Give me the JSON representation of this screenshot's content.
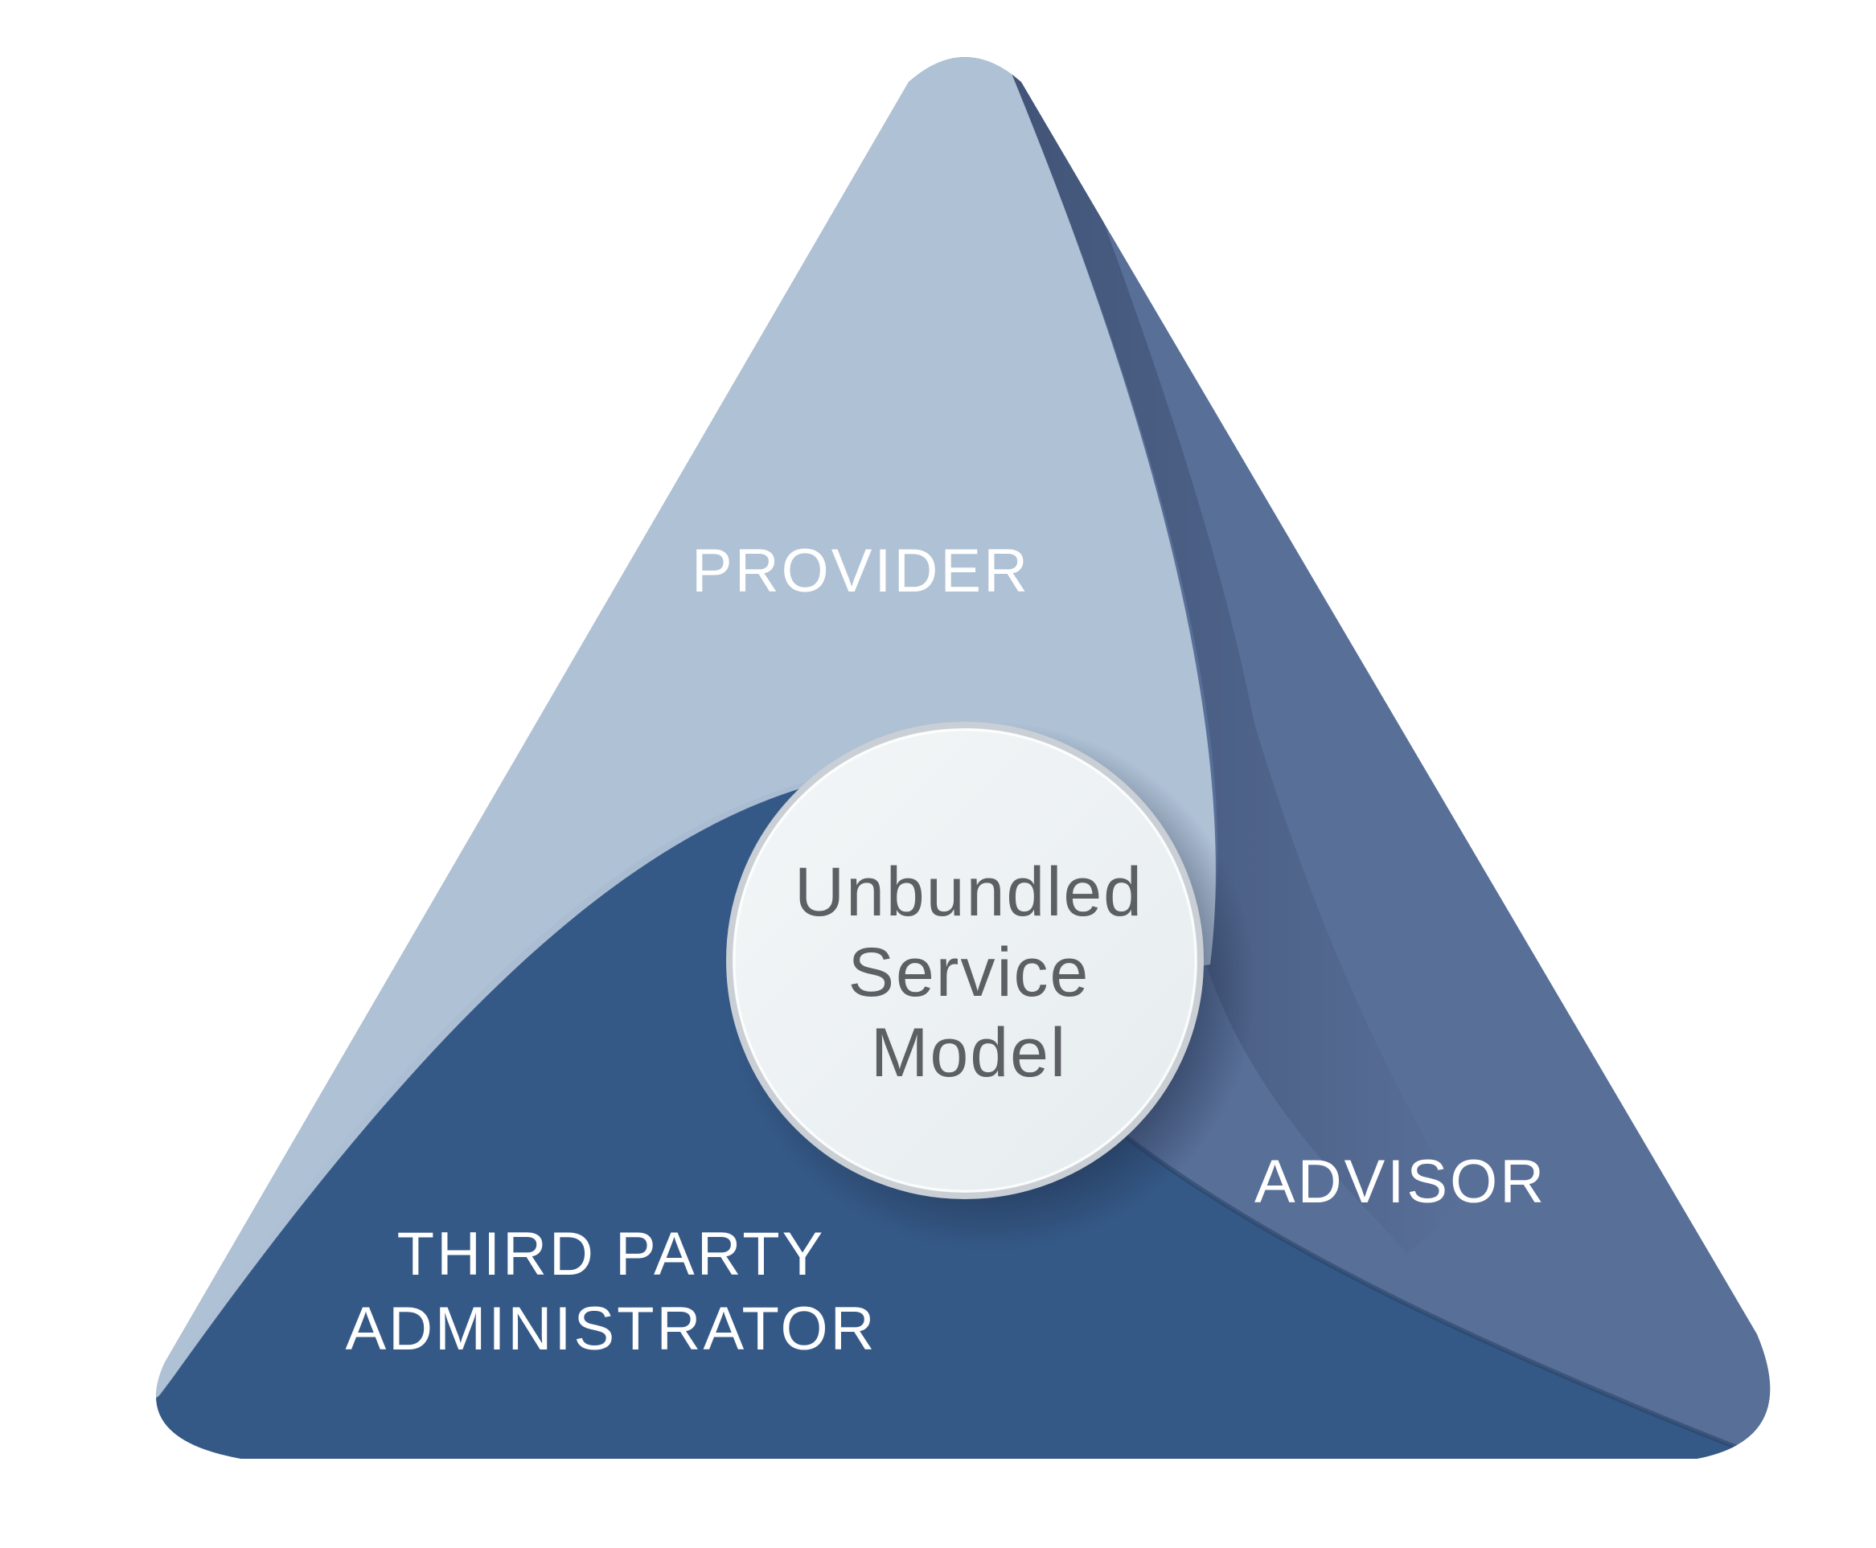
{
  "diagram": {
    "segments": {
      "provider": {
        "label": "PROVIDER",
        "color": "#afc1d5"
      },
      "advisor": {
        "label": "ADVISOR",
        "color": "#586f98"
      },
      "third_party_administrator": {
        "label_line1": "THIRD PARTY",
        "label_line2": "ADMINISTRATOR",
        "color": "#355987"
      }
    },
    "center": {
      "line1": "Unbundled",
      "line2": "Service",
      "line3": "Model",
      "fill": "#eef2f4",
      "text_color": "#5c6065"
    }
  }
}
